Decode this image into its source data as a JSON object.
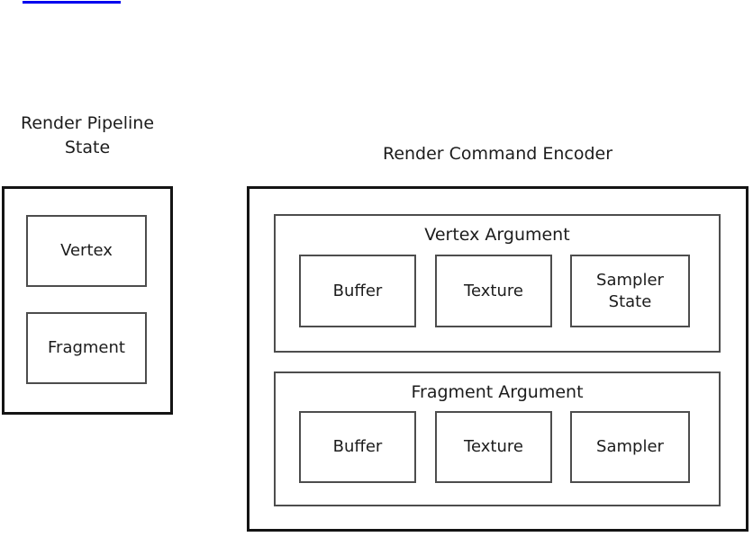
{
  "page": {
    "background": "#ffffff"
  },
  "truncated_link": {
    "underline_color": "#0000ee"
  },
  "pipeline": {
    "title_line1": "Render Pipeline",
    "title_line2": "State",
    "stages": [
      {
        "label": "Vertex"
      },
      {
        "label": "Fragment"
      }
    ]
  },
  "encoder": {
    "title": "Render Command Encoder",
    "sections": [
      {
        "title": "Vertex Argument",
        "resources": [
          {
            "label": "Buffer"
          },
          {
            "label": "Texture"
          },
          {
            "label": "Sampler State"
          }
        ]
      },
      {
        "title": "Fragment Argument",
        "resources": [
          {
            "label": "Buffer"
          },
          {
            "label": "Texture"
          },
          {
            "label": "Sampler"
          }
        ]
      }
    ]
  },
  "colors": {
    "outer_border": "#141414",
    "inner_border": "#4d4d4d",
    "text": "#1c1c1c",
    "link_blue": "#0000ee"
  }
}
